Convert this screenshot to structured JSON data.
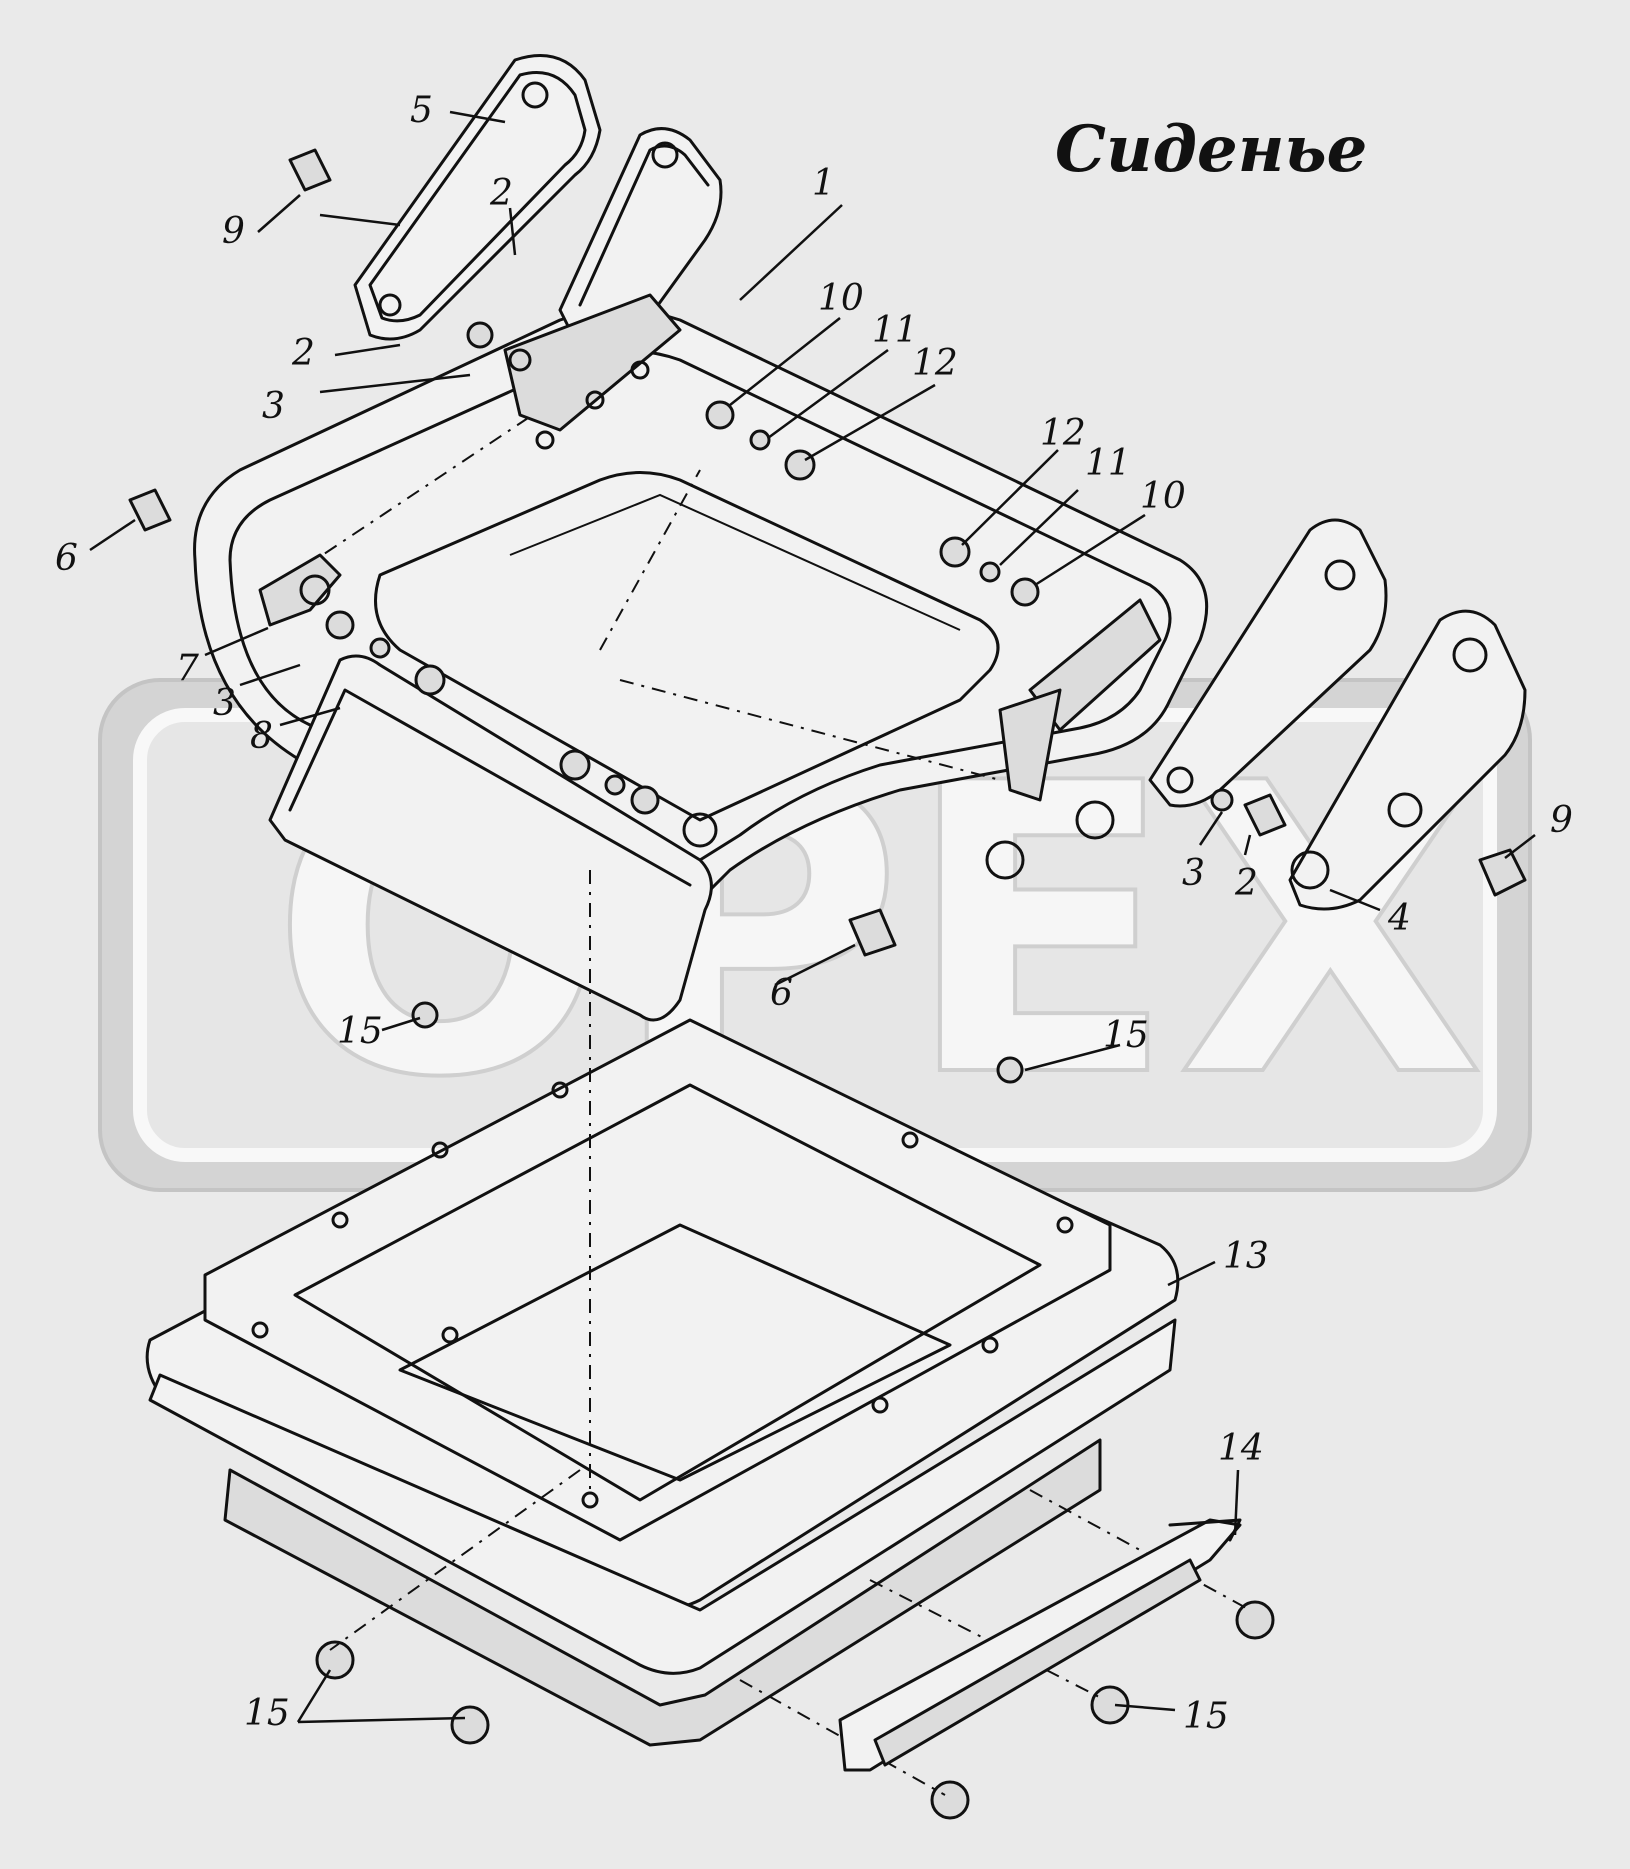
{
  "title": "Сиденье",
  "watermark": {
    "text": "ОРЕХ",
    "color": "#c8c8c8"
  },
  "colors": {
    "background": "#eaeaea",
    "ink": "#111111"
  },
  "labels": [
    {
      "id": "lbl-5a",
      "text": "5"
    },
    {
      "id": "lbl-9a",
      "text": "9"
    },
    {
      "id": "lbl-2a",
      "text": "2"
    },
    {
      "id": "lbl-2b",
      "text": "2"
    },
    {
      "id": "lbl-3a",
      "text": "3"
    },
    {
      "id": "lbl-1",
      "text": "1"
    },
    {
      "id": "lbl-10a",
      "text": "10"
    },
    {
      "id": "lbl-11a",
      "text": "11"
    },
    {
      "id": "lbl-12a",
      "text": "12"
    },
    {
      "id": "lbl-12b",
      "text": "12"
    },
    {
      "id": "lbl-11b",
      "text": "11"
    },
    {
      "id": "lbl-10b",
      "text": "10"
    },
    {
      "id": "lbl-6a",
      "text": "6"
    },
    {
      "id": "lbl-7",
      "text": "7"
    },
    {
      "id": "lbl-3b",
      "text": "3"
    },
    {
      "id": "lbl-8",
      "text": "8"
    },
    {
      "id": "lbl-9b",
      "text": "9"
    },
    {
      "id": "lbl-3c",
      "text": "3"
    },
    {
      "id": "lbl-2c",
      "text": "2"
    },
    {
      "id": "lbl-4",
      "text": "4"
    },
    {
      "id": "lbl-6b",
      "text": "6"
    },
    {
      "id": "lbl-15a",
      "text": "15"
    },
    {
      "id": "lbl-15b",
      "text": "15"
    },
    {
      "id": "lbl-13",
      "text": "13"
    },
    {
      "id": "lbl-14",
      "text": "14"
    },
    {
      "id": "lbl-15c",
      "text": "15"
    },
    {
      "id": "lbl-15d",
      "text": "15"
    }
  ]
}
